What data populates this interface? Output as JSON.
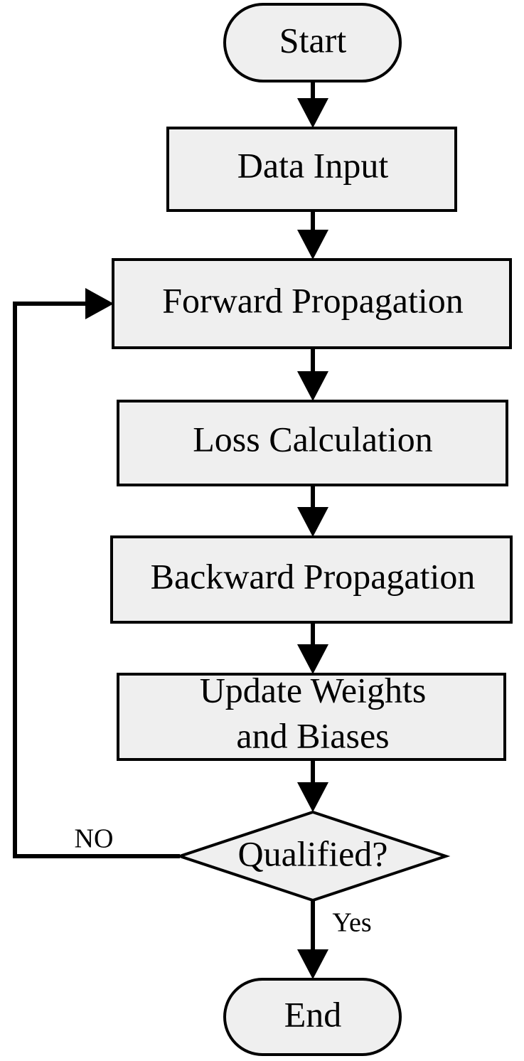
{
  "nodes": {
    "start": "Start",
    "data_input": "Data Input",
    "forward_propagation": "Forward Propagation",
    "loss_calculation": "Loss Calculation",
    "backward_propagation": "Backward Propagation",
    "update_line1": "Update Weights",
    "update_line2": "and Biases",
    "qualified": "Qualified?",
    "end": "End"
  },
  "edges": {
    "no_label": "NO",
    "yes_label": "Yes"
  }
}
